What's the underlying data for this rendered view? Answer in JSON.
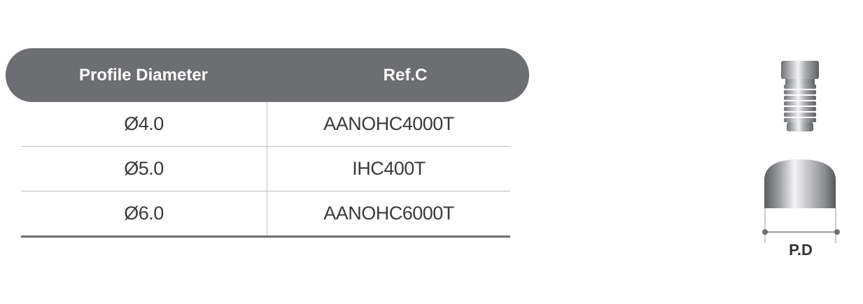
{
  "table": {
    "headers": {
      "profile_diameter": "Profile Diameter",
      "ref_c": "Ref.C"
    },
    "rows": [
      {
        "diameter": "Ø4.0",
        "ref": "AANOHC4000T"
      },
      {
        "diameter": "Ø5.0",
        "ref": "IHC400T"
      },
      {
        "diameter": "Ø6.0",
        "ref": "AANOHC6000T"
      }
    ]
  },
  "illustration": {
    "dimension_label": "P.D"
  },
  "colors": {
    "header_bg": "#6d6e71",
    "header_text": "#ffffff",
    "cell_text": "#3a3a3a",
    "divider": "#bdbec0"
  }
}
